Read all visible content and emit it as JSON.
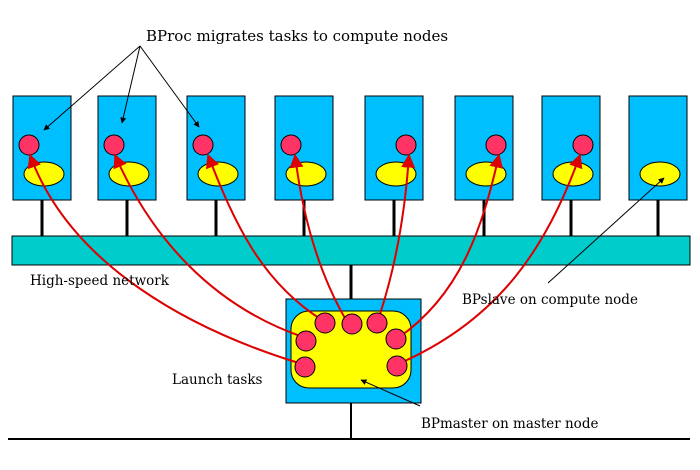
{
  "labels": {
    "migrate": "BProc migrates tasks to compute nodes",
    "network": "High-speed network",
    "slave": "BPslave on compute node",
    "launch": "Launch tasks",
    "master": "BPmaster on master node"
  },
  "colors": {
    "node_fill": "#00bfff",
    "network_fill": "#00cccc",
    "daemon_fill": "#ffff00",
    "task_fill": "#ff3366",
    "arrow": "#dd0000",
    "line": "#000000"
  },
  "compute_node_count": 8,
  "migrated_task_count": 7
}
